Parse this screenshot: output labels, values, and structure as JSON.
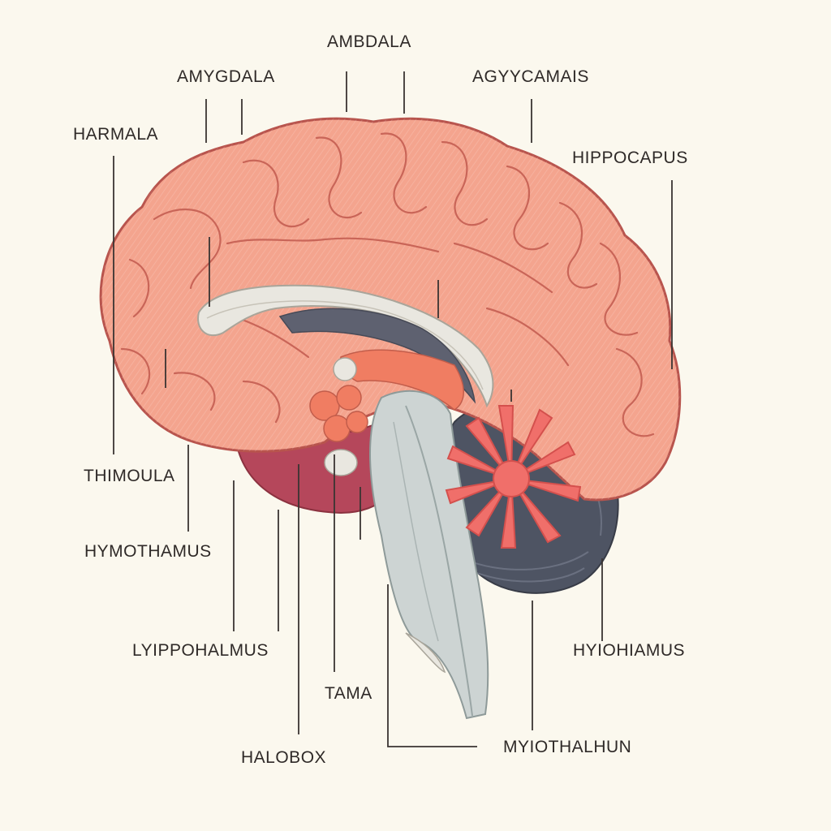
{
  "diagram": {
    "labels": {
      "ambdala": "AMBDALA",
      "amygdala": "AMYGDALA",
      "agycamais": "AGYYCAMAIS",
      "harmala": "HARMALA",
      "hippocapus": "HIPPOCAPUS",
      "thimoula": "THIMOULA",
      "hymothamus": "HYMOTHAMUS",
      "lyipporalmus": "LYIPPOHALMUS",
      "tama": "TAMA",
      "hyiohiamus": "HYIOHIAMUS",
      "halobox": "HALOBOX",
      "myiothalhun": "MYIOTHALHUN"
    }
  },
  "colors": {
    "background": "#fbf8ee",
    "cortex": "#f4a48e",
    "cortex_outline": "#b8544d",
    "corpus_callosum": "#e9e7e0",
    "ventricle": "#5e6170",
    "brainstem": "#cdd4d3",
    "cerebellum_dark": "#4e5463",
    "arbor_vitae": "#f06f6a",
    "lower_lobe": "#b5475b",
    "leader_line": "#3a3432"
  }
}
